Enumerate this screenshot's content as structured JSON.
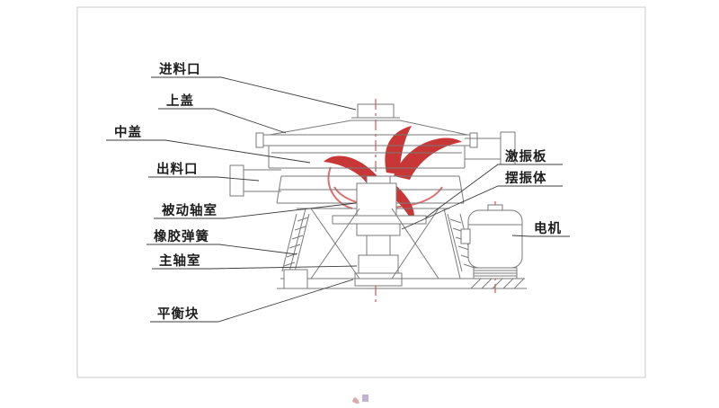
{
  "colors": {
    "background": "#ffffff",
    "border": "#c9c9c9",
    "machine_line": "#7a7a7a",
    "leader_line": "#3c3c3c",
    "label_text": "#1c1c1c",
    "centerline_red": "#d03030",
    "watermark_red": "#c11b1b"
  },
  "labels": {
    "left": [
      {
        "text": "进料口"
      },
      {
        "text": "上盖"
      },
      {
        "text": "中盖"
      },
      {
        "text": "出料口"
      },
      {
        "text": "被动轴室"
      },
      {
        "text": "橡胶弹簧"
      },
      {
        "text": "主轴室"
      },
      {
        "text": "平衡块"
      }
    ],
    "right": [
      {
        "text": "激振板"
      },
      {
        "text": "摆振体"
      },
      {
        "text": "电机"
      }
    ]
  }
}
